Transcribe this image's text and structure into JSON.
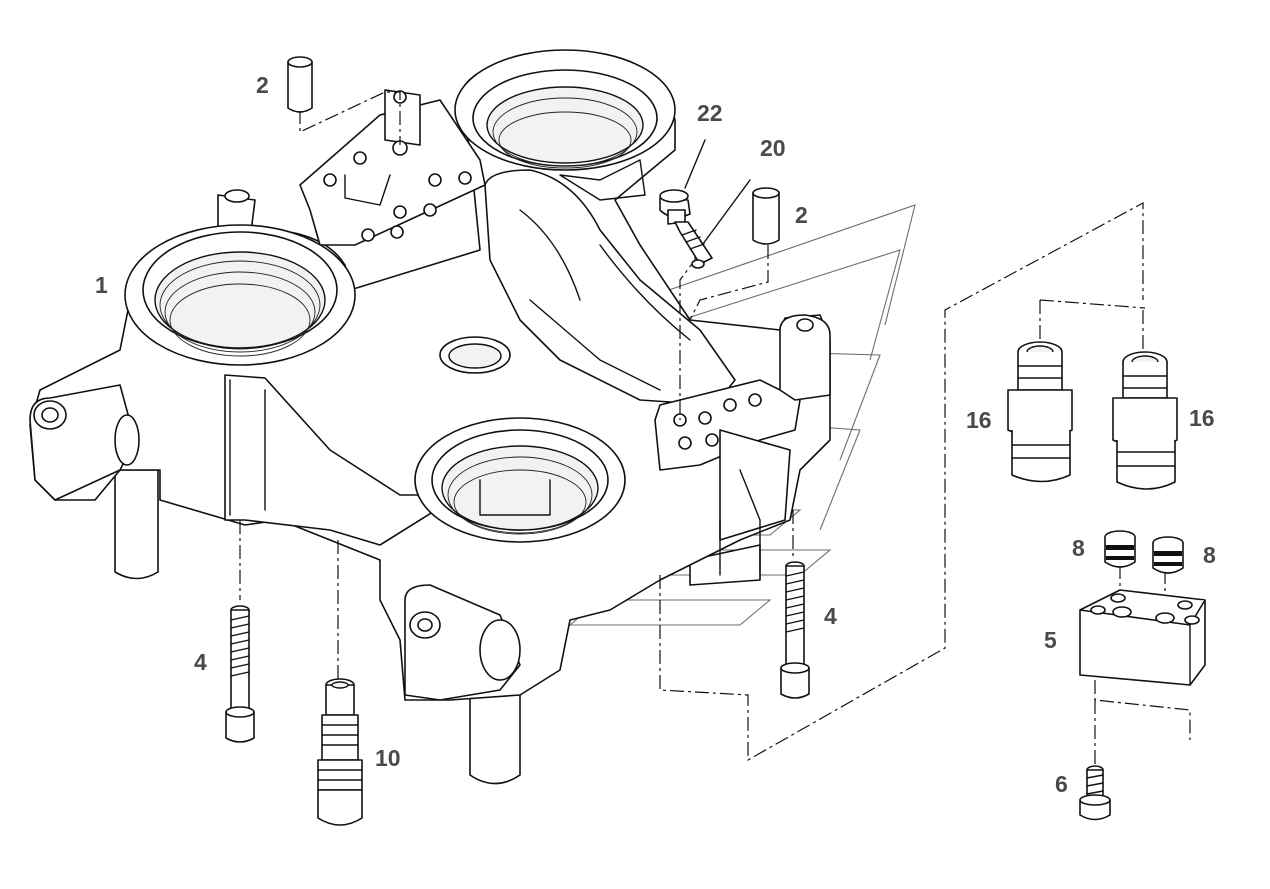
{
  "diagram": {
    "callouts": {
      "c1": "1",
      "c2a": "2",
      "c2b": "2",
      "c4a": "4",
      "c4b": "4",
      "c5": "5",
      "c6": "6",
      "c8a": "8",
      "c8b": "8",
      "c10": "10",
      "c16a": "16",
      "c16b": "16",
      "c20": "20",
      "c22": "22"
    }
  }
}
